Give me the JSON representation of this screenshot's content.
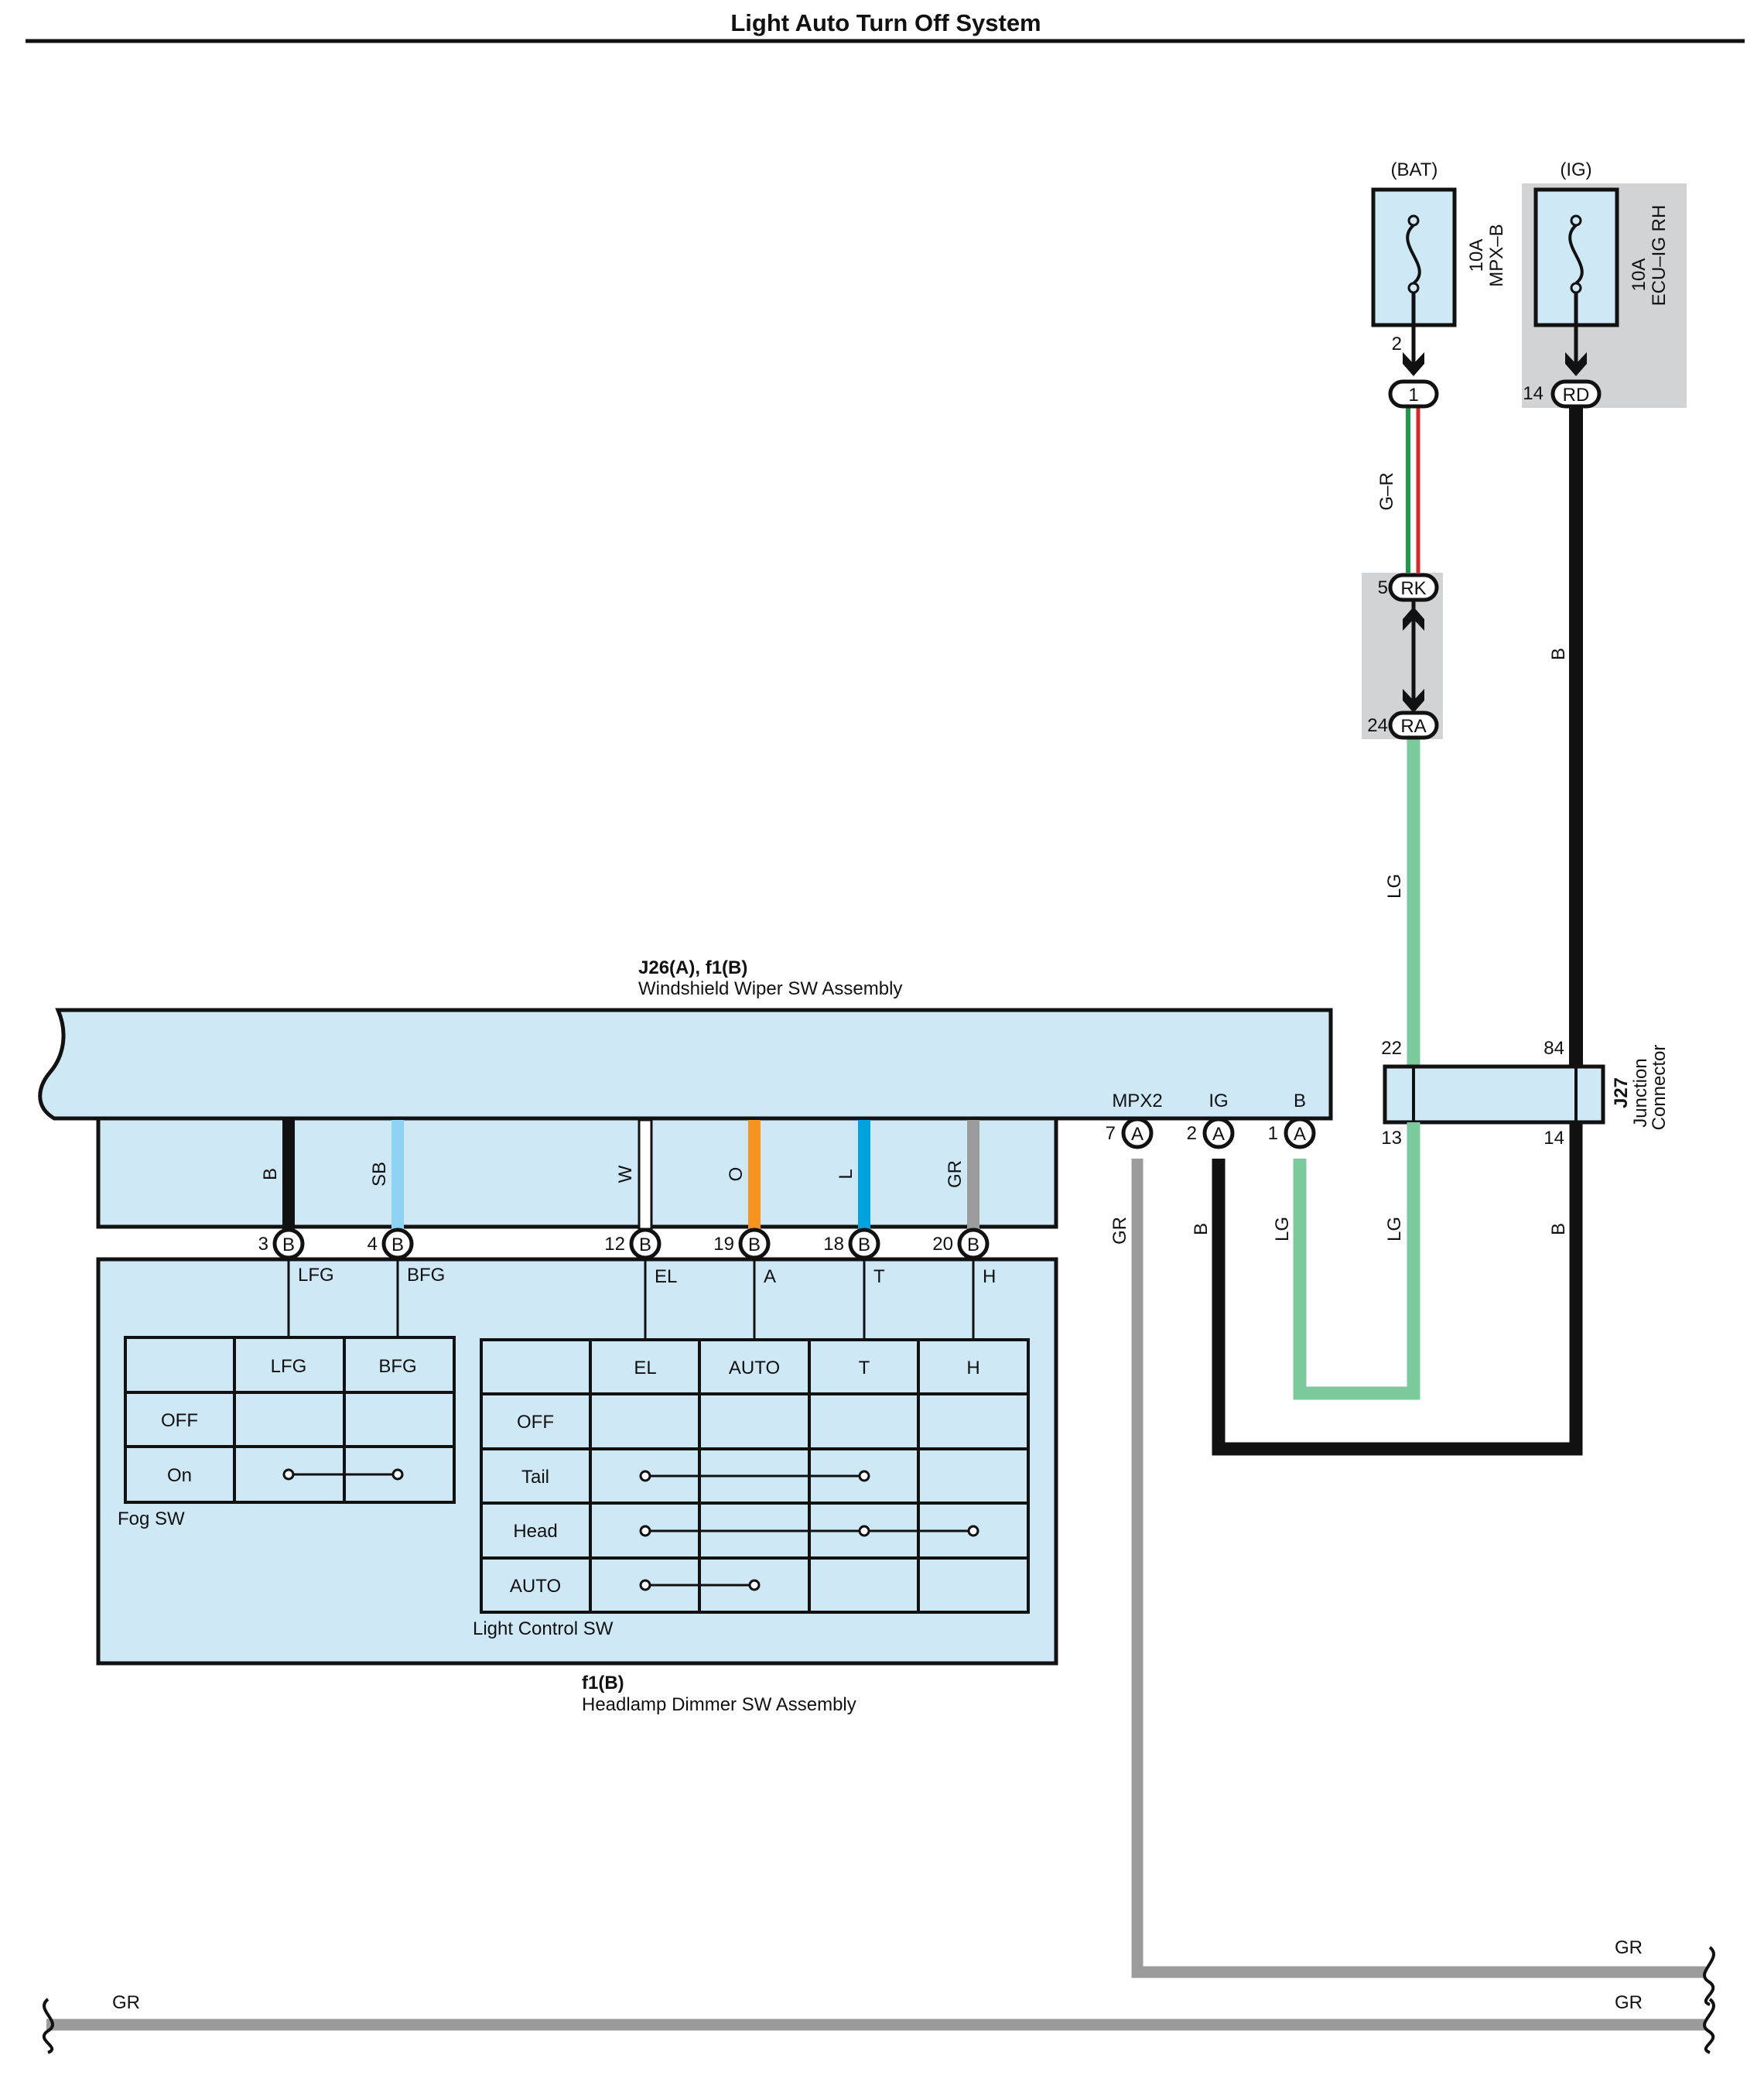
{
  "title": "Light Auto Turn Off System",
  "power": {
    "bat_label": "(BAT)",
    "ig_label": "(IG)",
    "fuse1_amp": "10A",
    "fuse1_name": "MPX–B",
    "fuse2_amp": "10A",
    "fuse2_name": "ECU–IG RH"
  },
  "connectors": {
    "bat_pin": "2",
    "c1": "1",
    "ig_pin": "14",
    "rd": "RD",
    "rk_pin": "5",
    "rk": "RK",
    "ra_pin": "24",
    "ra": "RA"
  },
  "wires": {
    "gr_upper": "G–R",
    "lg_upper": "LG",
    "b_upper": "B",
    "b_pin": "B",
    "sb": "SB",
    "w": "W",
    "o": "O",
    "l": "L",
    "gr_pin": "GR",
    "gr_mpx": "GR",
    "b_ig": "B",
    "lg_b": "LG",
    "lg_j": "LG",
    "b_j": "B",
    "gr_right1": "GR",
    "gr_right2": "GR",
    "gr_left": "GR"
  },
  "wiper_assembly": {
    "code": "J26(A), f1(B)",
    "name": "Windshield Wiper SW Assembly",
    "pin_mpx2": "MPX2",
    "pin_ig": "IG",
    "pin_b": "B",
    "num_7": "7",
    "num_2": "2",
    "num_1": "1",
    "conn_a": "A"
  },
  "junction": {
    "code": "J27",
    "name1": "Junction",
    "name2": "Connector",
    "p22": "22",
    "p84": "84",
    "p13": "13",
    "p14": "14"
  },
  "dimmer_pins": {
    "n3": "3",
    "n4": "4",
    "n12": "12",
    "n19": "19",
    "n18": "18",
    "n20": "20",
    "conn_b": "B",
    "lfg": "LFG",
    "bfg": "BFG",
    "el": "EL",
    "a": "A",
    "t": "T",
    "h": "H"
  },
  "fog_table": {
    "headers": [
      "LFG",
      "BFG"
    ],
    "rows": [
      "OFF",
      "On"
    ],
    "caption": "Fog SW"
  },
  "light_table": {
    "headers": [
      "EL",
      "AUTO",
      "T",
      "H"
    ],
    "rows": [
      "OFF",
      "Tail",
      "Head",
      "AUTO"
    ],
    "caption": "Light Control SW"
  },
  "dimmer_assembly": {
    "code": "f1(B)",
    "name": "Headlamp Dimmer SW Assembly"
  },
  "colors": {
    "box_fill": "#cfe8f6",
    "black_wire": "#111111",
    "lg_wire": "#7dcb9c",
    "gr_wire": "#9b9b9b",
    "sb_wire": "#8fd3f4",
    "o_wire": "#f7941d",
    "l_wire": "#00a3e0",
    "relay_bg": "#d2d3d5"
  }
}
